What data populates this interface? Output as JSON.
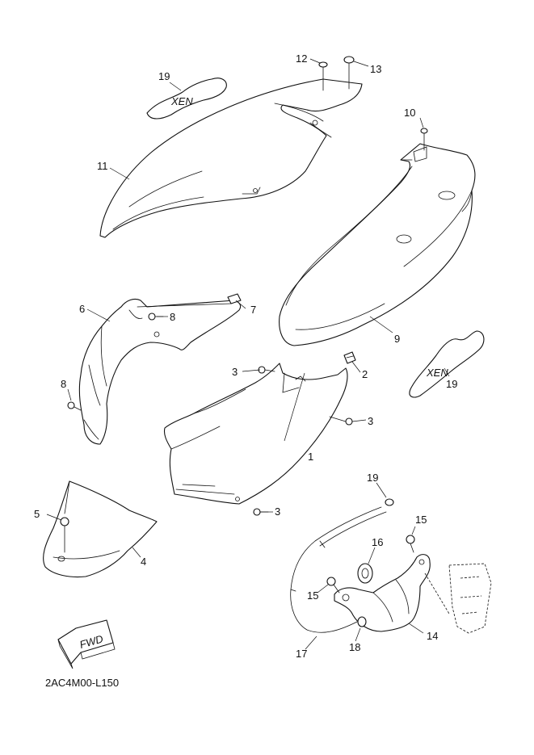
{
  "diagram": {
    "callouts": [
      "1",
      "2",
      "3",
      "3",
      "3",
      "4",
      "5",
      "6",
      "7",
      "8",
      "8",
      "9",
      "10",
      "11",
      "12",
      "13",
      "14",
      "15",
      "15",
      "16",
      "17",
      "18",
      "19",
      "19",
      "19"
    ],
    "fwd_label": "FWD",
    "emblem_text": "XEN",
    "drawing_code": "2AC4M00-L150"
  }
}
